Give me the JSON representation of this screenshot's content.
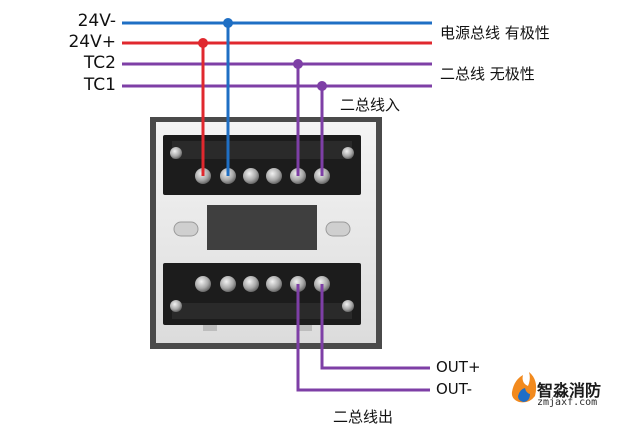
{
  "lines": {
    "v24_minus": {
      "label": "24V-",
      "color": "#1f6fc4"
    },
    "v24_plus": {
      "label": "24V+",
      "color": "#e0282e"
    },
    "tc2": {
      "label": "TC2",
      "color": "#7e3fa6"
    },
    "tc1": {
      "label": "TC1",
      "color": "#7e3fa6"
    }
  },
  "annotations": {
    "power_bus": "电源总线 有极性",
    "two_bus": "二总线 无极性",
    "two_bus_in": "二总线入",
    "two_bus_out": "二总线出",
    "out_plus": "OUT+",
    "out_minus": "OUT-"
  },
  "watermark": {
    "brand": "智淼消防",
    "url": "zmjaxf.com"
  }
}
